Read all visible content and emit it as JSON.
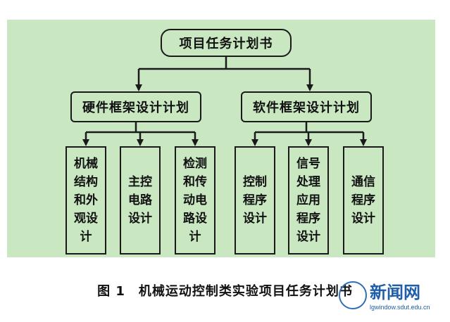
{
  "diagram": {
    "root": "项目任务计划书",
    "hardware": {
      "label": "硬件框架设计计划",
      "children": [
        "机械结构和外观设计",
        "主控电路设计",
        "检测和传动电路设计"
      ]
    },
    "software": {
      "label": "软件框架设计计划",
      "children": [
        "控制程序设计",
        "信号处理应用程序设计",
        "通信程序设计"
      ]
    }
  },
  "caption": "图 1　机械运动控制类实验项目任务计划书",
  "watermark": {
    "title": "新闻网",
    "url": "lgwindow.sdut.edu.cn"
  }
}
